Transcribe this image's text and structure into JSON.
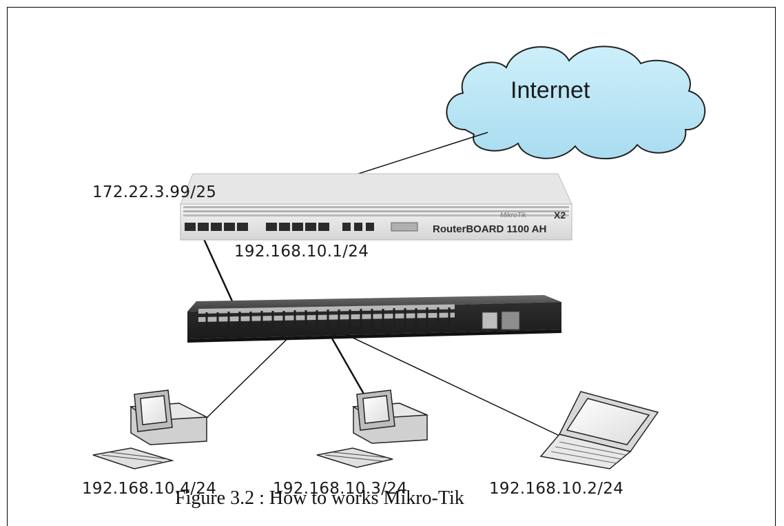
{
  "cloud": {
    "label": "Internet"
  },
  "router": {
    "wan_ip": "172.22.3.99/25",
    "lan_ip": "192.168.10.1/24",
    "brand": "MikroTik",
    "model_badge": "X2",
    "model": "RouterBOARD 1100 AH"
  },
  "hosts": [
    {
      "type": "desktop",
      "ip": "192.168.10.4/24"
    },
    {
      "type": "desktop",
      "ip": "192.168.10.3/24"
    },
    {
      "type": "laptop",
      "ip": "192.168.10.2/24"
    }
  ],
  "caption": "Figure 3.2 : How to works Mikro-Tik"
}
